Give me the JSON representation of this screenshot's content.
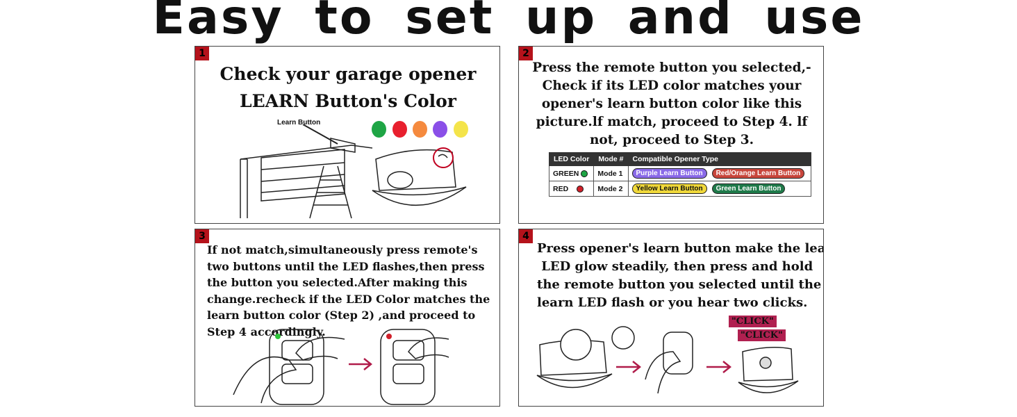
{
  "title": "Easy to set up and use",
  "steps": [
    {
      "number": "1",
      "heading_line1": "Check your garage opener",
      "heading_line2": "LEARN Button's Color",
      "illustration_label": "Learn Button",
      "colors": [
        "#1ea545",
        "#e8202e",
        "#f58a3e",
        "#8a4fe8",
        "#f4e44a"
      ]
    },
    {
      "number": "2",
      "text": "Press the remote button you selected,-Check if its LED color matches your opener's learn button color like this picture.lf match, proceed to Step 4. lf not, proceed to Step 3.",
      "table": {
        "headers": [
          "LED Color",
          "Mode #",
          "Compatible Opener Type"
        ],
        "rows": [
          {
            "led": "GREEN",
            "led_color": "#1ea545",
            "mode": "Mode 1",
            "types": [
              {
                "label": "Purple Learn Button",
                "color": "#8a6ae8"
              },
              {
                "label": "Red/Orange Learn Button",
                "color": "#c8463c"
              }
            ]
          },
          {
            "led": "RED",
            "led_color": "#d0202a",
            "mode": "Mode 2",
            "types": [
              {
                "label": "Yellow Learn Button",
                "color": "#f0d83a"
              },
              {
                "label": "Green Learn Button",
                "color": "#1f7a4a"
              }
            ]
          }
        ]
      }
    },
    {
      "number": "3",
      "text": "If not match,simultaneously press remote's two buttons until the LED flashes,then press the button you selected.After making this change.recheck if the LED Color matches the learn button color (Step 2) ,and proceed to Step 4 accordingly."
    },
    {
      "number": "4",
      "lines": [
        "Press opener's learn button make the learn",
        " LED glow steadily, then press and hold",
        "the remote button you selected until the",
        "learn LED flash or you hear two clicks."
      ],
      "click1": "\"CLICK\"",
      "click2": "\"CLICK\""
    }
  ]
}
